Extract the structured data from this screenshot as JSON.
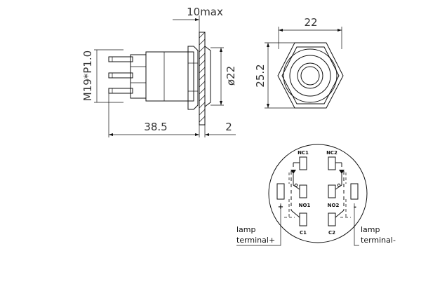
{
  "side_view": {
    "thread_spec": "M19*P1.0",
    "length_total": "38.5",
    "flange_thickness": "2",
    "max_depth": "10max",
    "panel_diameter": "ø22"
  },
  "front_view": {
    "width": "22",
    "height": "25.2"
  },
  "terminal_diagram": {
    "terminals": {
      "nc1": "NC1",
      "nc2": "NC2",
      "no1": "NO1",
      "no2": "NO2",
      "c1": "C1",
      "c2": "C2"
    },
    "plus_sign": "+",
    "minus_sign": "-",
    "lamp_plus_line1": "lamp",
    "lamp_plus_line2": "terminal+",
    "lamp_minus_line1": "lamp",
    "lamp_minus_line2": "terminal-"
  }
}
